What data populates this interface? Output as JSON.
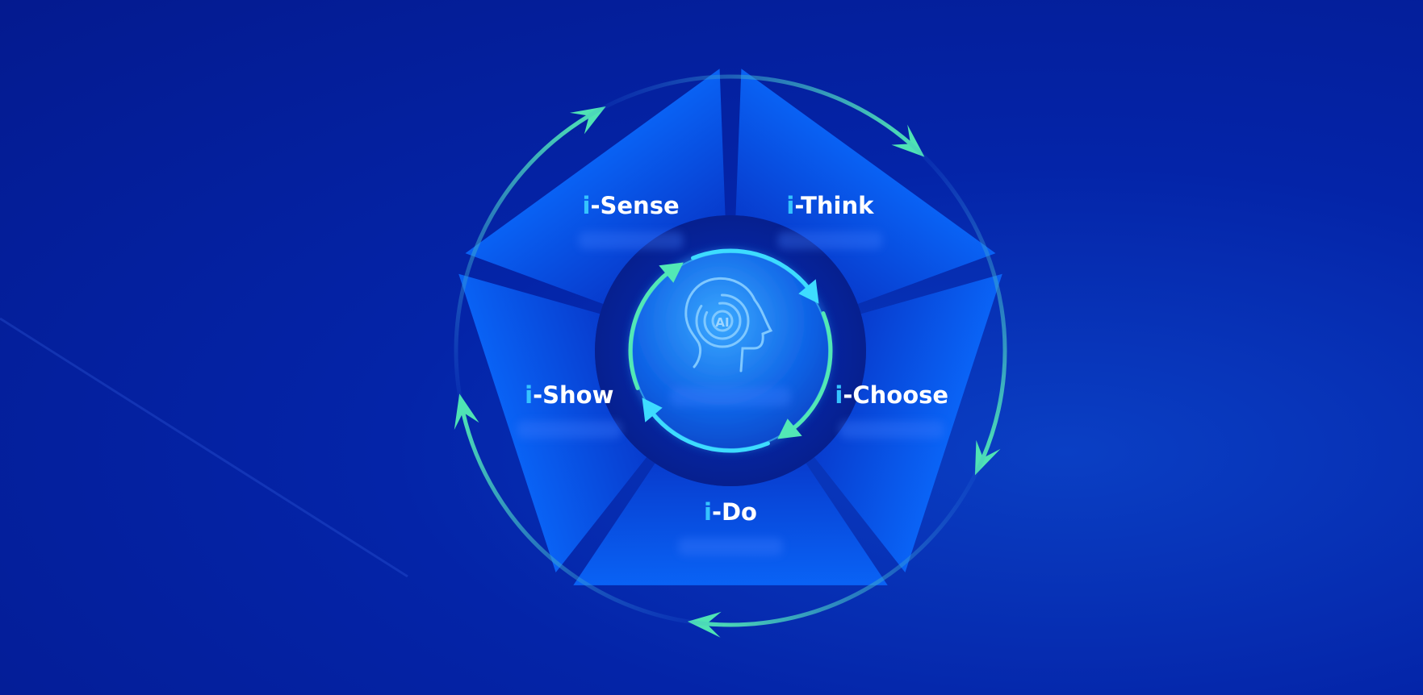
{
  "diagram": {
    "center": {
      "icon": "ai-head-icon",
      "badge_text": "AI"
    },
    "segments": [
      {
        "id": "sense",
        "prefix": "i",
        "label": "-Sense"
      },
      {
        "id": "think",
        "prefix": "i",
        "label": "-Think"
      },
      {
        "id": "choose",
        "prefix": "i",
        "label": "-Choose"
      },
      {
        "id": "do",
        "prefix": "i",
        "label": "-Do"
      },
      {
        "id": "show",
        "prefix": "i",
        "label": "-Show"
      }
    ],
    "colors": {
      "background": "#041a8f",
      "segment": "#0a5cff",
      "arrow": "#4fe3b4",
      "prefix": "#35c3ff",
      "label": "#ffffff",
      "core": "#1a73e8"
    }
  }
}
